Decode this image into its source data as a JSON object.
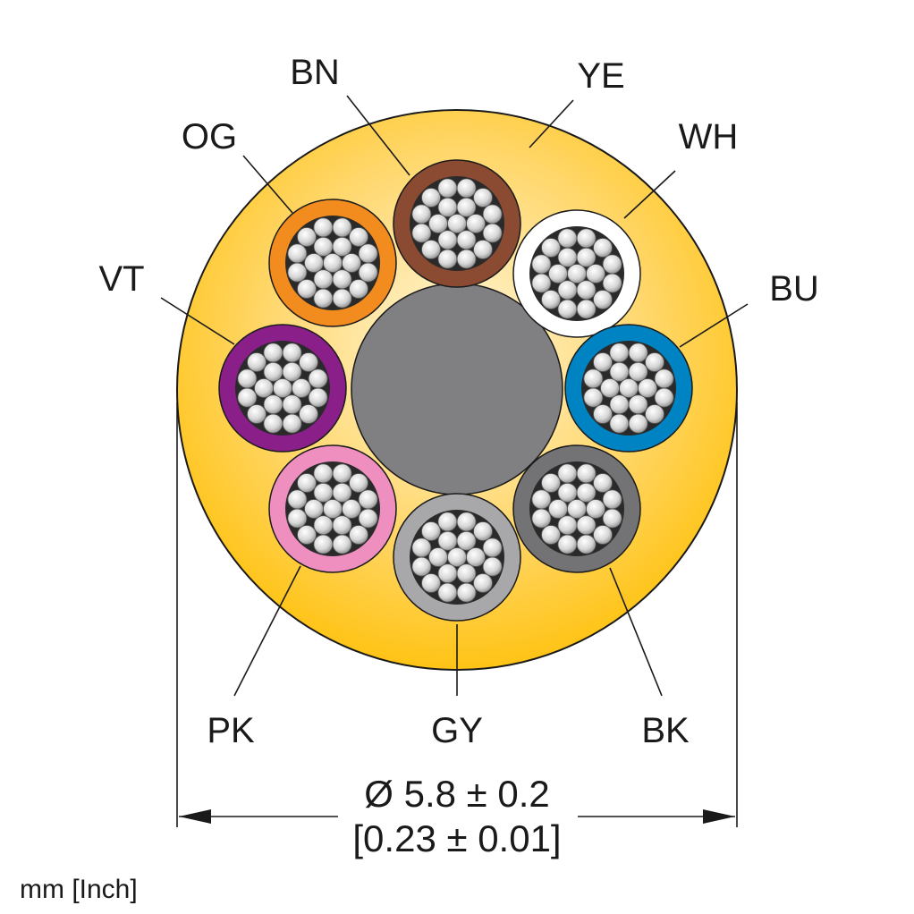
{
  "cable": {
    "jacket_label": "YE",
    "jacket_color": "#FFC20E",
    "filler_color": "#808083",
    "conductors": [
      {
        "code": "BN",
        "insulation_color": "#8B4A32"
      },
      {
        "code": "WH",
        "insulation_color": "#FFFFFF"
      },
      {
        "code": "BU",
        "insulation_color": "#0083C2"
      },
      {
        "code": "BK",
        "insulation_color": "#737375"
      },
      {
        "code": "GY",
        "insulation_color": "#A8A8AA"
      },
      {
        "code": "PK",
        "insulation_color": "#EE8FBF"
      },
      {
        "code": "VT",
        "insulation_color": "#8A1F8A"
      },
      {
        "code": "OG",
        "insulation_color": "#F28C1E"
      }
    ]
  },
  "dimension": {
    "diameter_label": "Ø 5.8 ± 0.2",
    "diameter_inch_label": "[0.23 ± 0.01]"
  },
  "units_label": "mm [Inch]"
}
